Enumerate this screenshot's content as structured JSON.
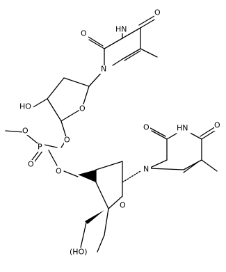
{
  "molecule": {
    "labels": {
      "o_upper_a": "O",
      "nh_upper": "H​N",
      "o_upper_b": "O",
      "n_upper": "N",
      "ho_upper": "HO",
      "o_ring_upper": "O",
      "o_methoxy": "O",
      "p_atom": "P",
      "o_p_link": "O",
      "o_dbl": "O",
      "o_ester": "O",
      "o_lower_a": "O",
      "o_lower_b": "O",
      "nh_lower": "H​N",
      "n_lower": "N",
      "o_ring_lower": "O",
      "oh_lower": "(HO)"
    }
  }
}
